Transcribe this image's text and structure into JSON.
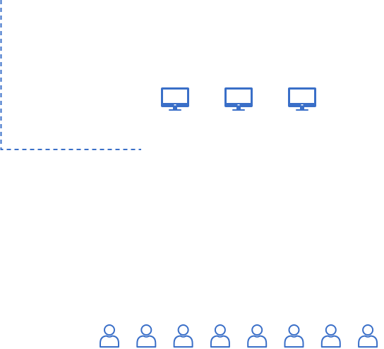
{
  "diagram": {
    "accent_color": "#3a6fc8",
    "background_color": "#ffffff",
    "boundary": {
      "style": "dashed",
      "visible_edges": [
        "left",
        "bottom"
      ]
    },
    "computers": [
      {
        "icon": "desktop-monitor-icon"
      },
      {
        "icon": "desktop-monitor-icon"
      },
      {
        "icon": "desktop-monitor-icon"
      }
    ],
    "users": [
      {
        "icon": "user-icon"
      },
      {
        "icon": "user-icon"
      },
      {
        "icon": "user-icon"
      },
      {
        "icon": "user-icon"
      },
      {
        "icon": "user-icon"
      },
      {
        "icon": "user-icon"
      },
      {
        "icon": "user-icon"
      },
      {
        "icon": "user-icon"
      }
    ]
  }
}
